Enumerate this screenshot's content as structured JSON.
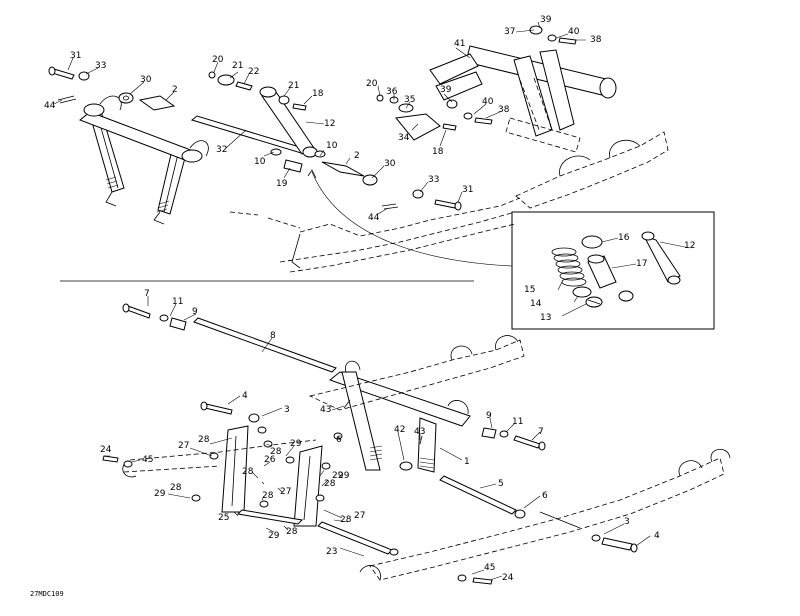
{
  "drawing_code": "27MDC109",
  "callouts": {
    "c31a": "31",
    "c33a": "33",
    "c44a": "44",
    "c30a": "30",
    "c2a": "2",
    "c20a": "20",
    "c21a": "21",
    "c22": "22",
    "c21b": "21",
    "c18a": "18",
    "c12a": "12",
    "c32": "32",
    "c10a": "10",
    "c10b": "10",
    "c19": "19",
    "c2b": "2",
    "c30b": "30",
    "c33b": "33",
    "c31b": "31",
    "c44b": "44",
    "c20b": "20",
    "c36": "36",
    "c35": "35",
    "c34": "34",
    "c39a": "39",
    "c18b": "18",
    "c40a": "40",
    "c38a": "38",
    "c41": "41",
    "c37": "37",
    "c39b": "39",
    "c40b": "40",
    "c38b": "38",
    "c16": "16",
    "c12b": "12",
    "c17": "17",
    "c15": "15",
    "c14": "14",
    "c13": "13",
    "c7a": "7",
    "c11a": "11",
    "c9a": "9",
    "c8": "8",
    "c4a": "4",
    "c3a": "3",
    "c43a": "43",
    "c42": "42",
    "c43b": "43",
    "c1": "1",
    "c9b": "9",
    "c11b": "11",
    "c7b": "7",
    "c6a": "6",
    "c5": "5",
    "c6b": "6",
    "c27a": "27",
    "c28a": "28",
    "c29a": "29",
    "c24a": "24",
    "c45a": "45",
    "c26": "26",
    "c28b": "28",
    "c28c": "28",
    "c27b": "27",
    "c28d": "28",
    "c29b": "29",
    "c29c": "29",
    "c28e": "28",
    "c29d": "29",
    "c25": "25",
    "c28f": "28",
    "c27c": "27",
    "c28g": "28",
    "c29e": "29",
    "c28h": "28",
    "c23": "23",
    "c3b": "3",
    "c4b": "4",
    "c45b": "45",
    "c24b": "24"
  }
}
